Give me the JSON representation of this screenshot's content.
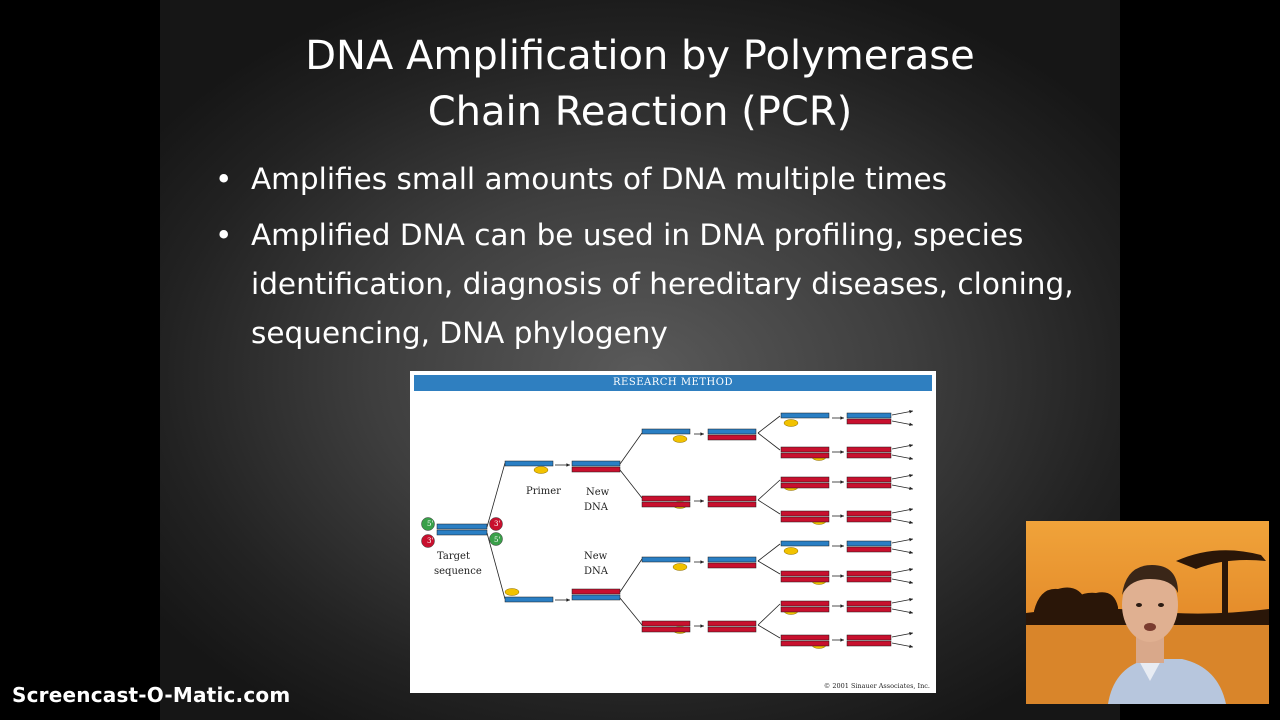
{
  "slide": {
    "title_line1": "DNA Amplification by Polymerase",
    "title_line2": "Chain Reaction (PCR)",
    "bullets": [
      "Amplifies small amounts of DNA multiple times",
      "Amplified DNA can be used in DNA profiling, species identification, diagnosis of hereditary diseases, cloning, sequencing, DNA phylogeny"
    ]
  },
  "figure": {
    "header": "RESEARCH METHOD",
    "labels": {
      "primer": "Primer",
      "new": "New",
      "dna": "DNA",
      "target": "Target",
      "sequence": "sequence",
      "five_prime": "5'",
      "three_prime": "3'"
    },
    "copyright": "© 2001 Sinauer Associates, Inc.",
    "colors": {
      "template": "#2a7fc4",
      "new_strand": "#c8102e",
      "primer": "#f2c200",
      "header": "#2f7fc0"
    }
  },
  "watermark": "Screencast-O-Matic.com",
  "webcam": {
    "description_icon": "presenter-video-feed"
  }
}
